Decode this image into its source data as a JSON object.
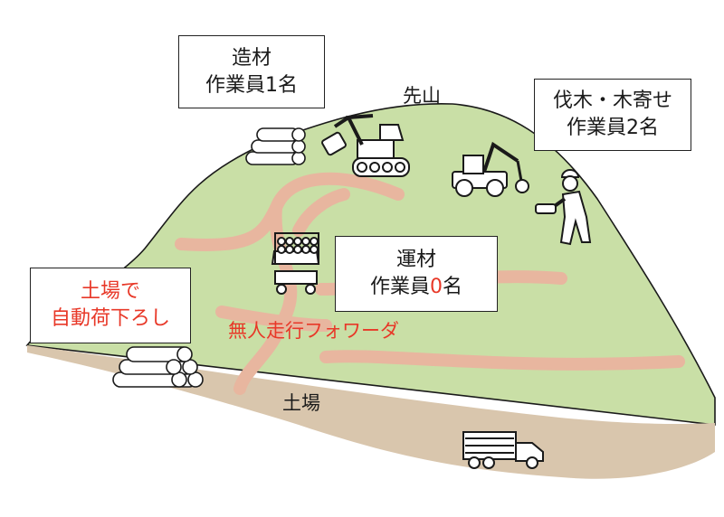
{
  "boxes": {
    "processing": {
      "title": "造材",
      "workers": "作業員1名"
    },
    "felling": {
      "title": "伐木・木寄せ",
      "workers": "作業員2名"
    },
    "transport": {
      "title": "運材",
      "workers_prefix": "作業員",
      "workers_count": "0",
      "workers_suffix": "名"
    },
    "auto_unload": {
      "line1": "土場で",
      "line2": "自動荷下ろし"
    }
  },
  "labels": {
    "sakiyama": "先山",
    "unmanned_forwarder": "無人走行フォワーダ",
    "landing": "土場"
  },
  "colors": {
    "hillside": "#c9dfa6",
    "trail": "#e8b69f",
    "ground": "#d9c6ad",
    "highlight_red": "#e83828"
  }
}
